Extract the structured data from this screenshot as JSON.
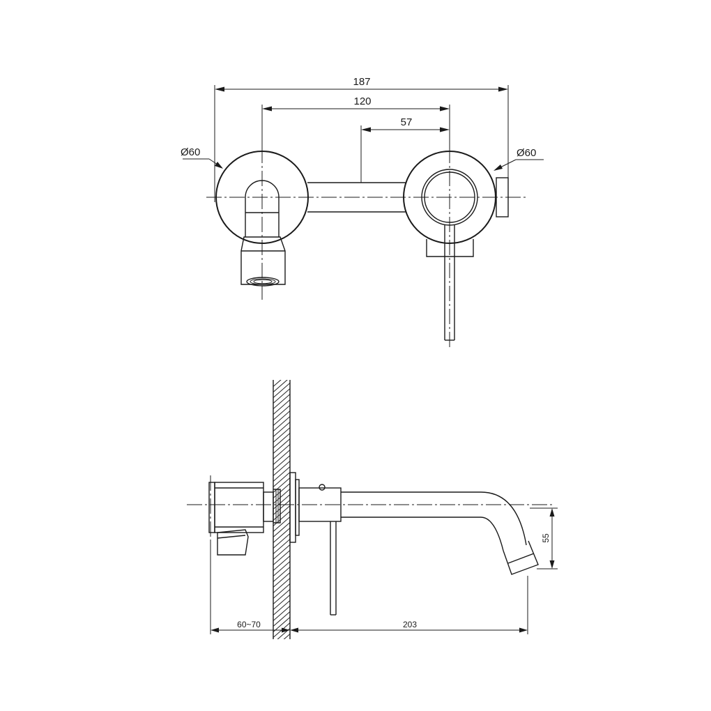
{
  "front_view": {
    "dim_overall": "187",
    "dim_centers": "120",
    "dim_spout_plate": "57",
    "dia_left": "Ø60",
    "dia_right": "Ø60"
  },
  "side_view": {
    "dim_wall_depth": "60~70",
    "dim_spout_reach": "203",
    "dim_spout_drop": "55"
  },
  "colors": {
    "line": "#1a1a1a",
    "background": "#ffffff"
  }
}
